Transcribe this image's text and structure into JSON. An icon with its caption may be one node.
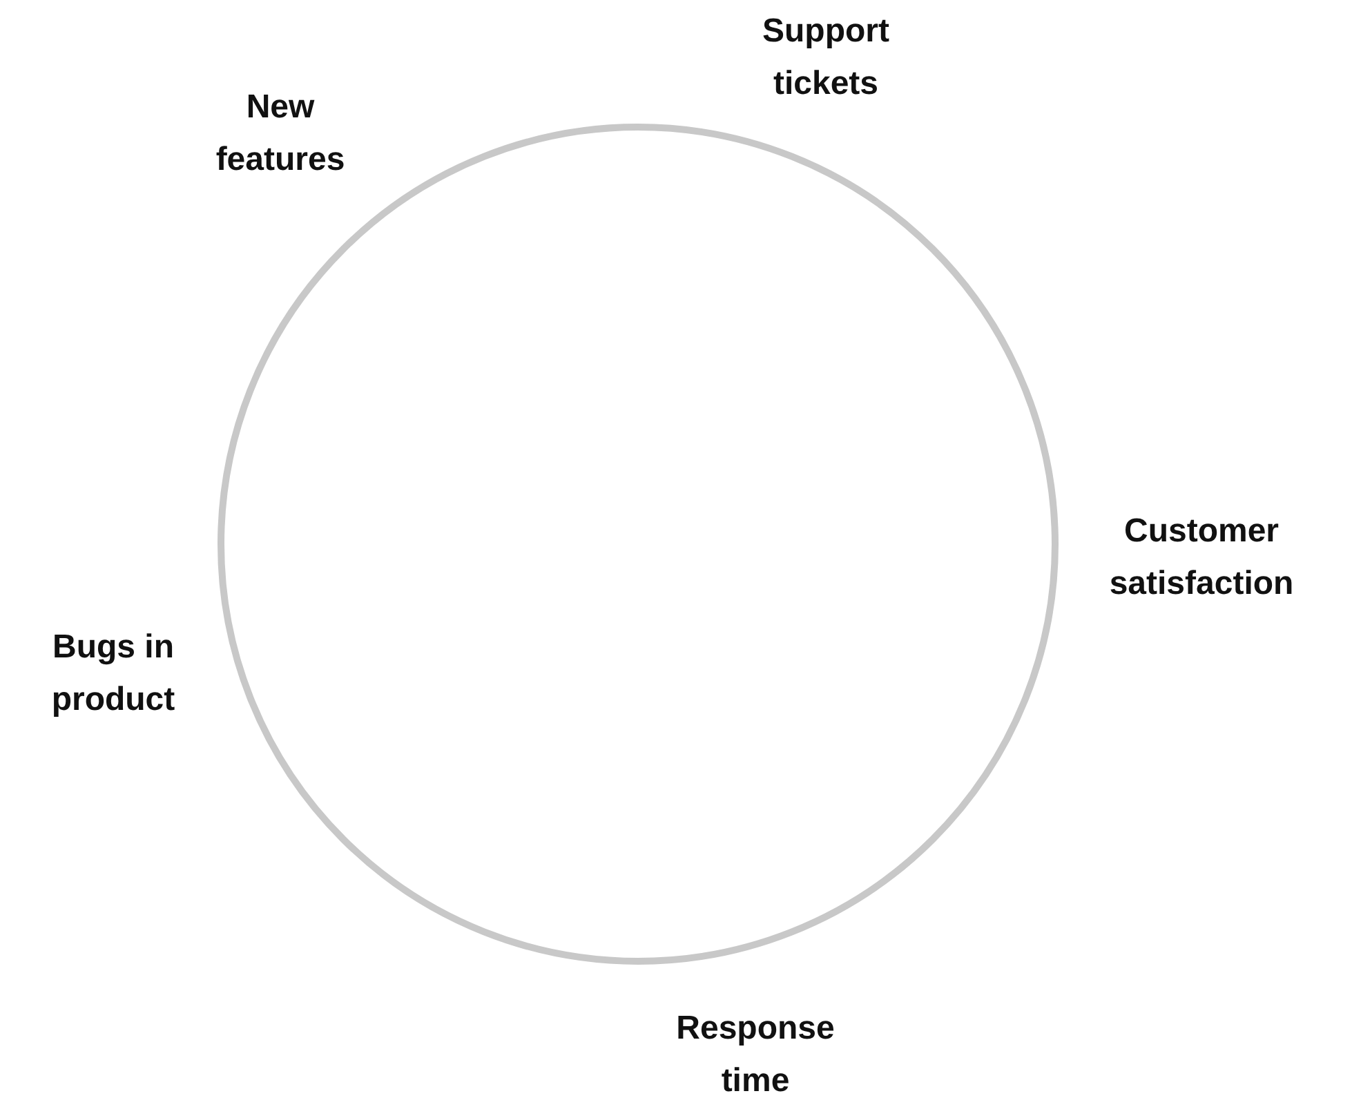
{
  "diagram": {
    "labels": [
      "Support tickets",
      "New features",
      "Customer satisfaction",
      "Bugs in product",
      "Response time"
    ]
  }
}
